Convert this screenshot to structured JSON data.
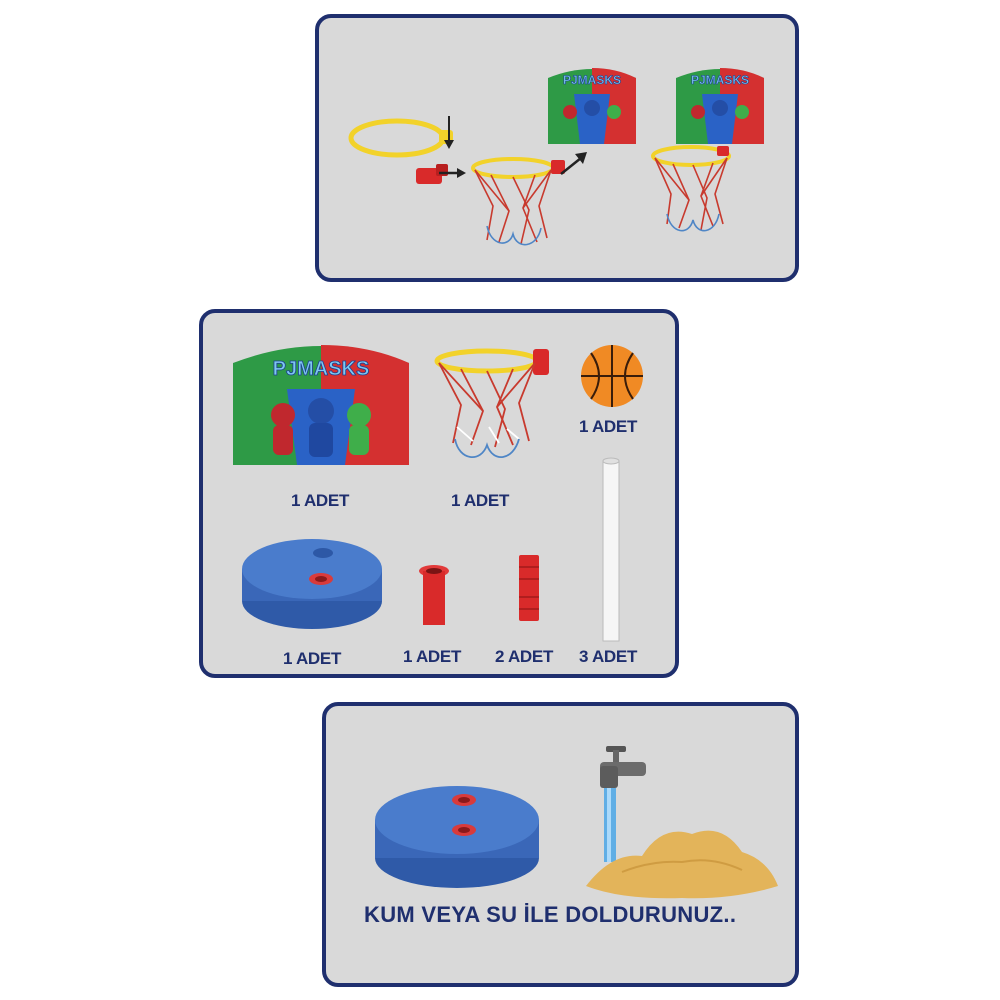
{
  "brand": {
    "logo_text": "PJMASKS"
  },
  "parts": {
    "backboard_qty": "1 ADET",
    "hoop_qty": "1 ADET",
    "ball_qty": "1 ADET",
    "base_qty": "1 ADET",
    "adapter_qty": "1 ADET",
    "connector_qty": "2 ADET",
    "pole_qty": "3 ADET"
  },
  "fill": {
    "caption": "KUM VEYA SU İLE DOLDURUNUZ.."
  },
  "colors": {
    "panel_border": "#1f2f6e",
    "panel_bg": "#d9d9d9",
    "label_text": "#1f2f6e",
    "base_blue": "#3f6fc0",
    "hoop_yellow": "#f2d22a",
    "connector_red": "#d92a2a",
    "sand": "#e3b45a"
  }
}
